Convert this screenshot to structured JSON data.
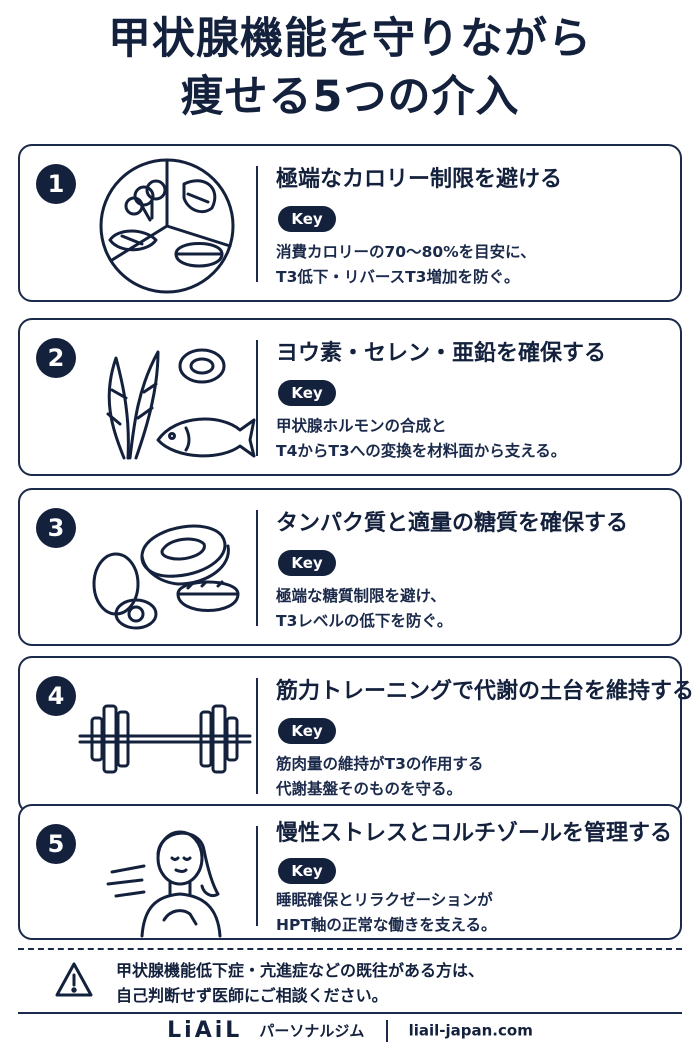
{
  "title": {
    "line1": "甲状腺機能を守りながら",
    "line2": "痩せる5つの介入"
  },
  "key_label": "Key",
  "items": [
    {
      "number": "1",
      "heading": "極端なカロリー制限を避ける",
      "desc1": "消費カロリーの70～80%を目安に、",
      "desc2": "T3低下・リバースT3増加を防ぐ。",
      "icon": "plate-meal-icon"
    },
    {
      "number": "2",
      "heading": "ヨウ素・セレン・亜鉛を確保する",
      "desc1": "甲状腺ホルモンの合成と",
      "desc2": "T4からT3への変換を材料面から支える。",
      "icon": "seaweed-oyster-fish-icon"
    },
    {
      "number": "3",
      "heading": "タンパク質と適量の糖質を確保する",
      "desc1": "極端な糖質制限を避け、",
      "desc2": "T3レベルの低下を防ぐ。",
      "icon": "steak-egg-rice-icon"
    },
    {
      "number": "4",
      "heading": "筋力トレーニングで代謝の土台を維持する",
      "desc1": "筋肉量の維持がT3の作用する",
      "desc2": "代謝基盤そのものを守る。",
      "icon": "barbell-icon"
    },
    {
      "number": "5",
      "heading": "慢性ストレスとコルチゾールを管理する",
      "desc1": "睡眠確保とリラクゼーションが",
      "desc2": "HPT軸の正常な働きを支える。",
      "icon": "breathing-woman-icon"
    }
  ],
  "warning": {
    "line1": "甲状腺機能低下症・亢進症などの既往がある方は、",
    "line2": "自己判断せず医師にご相談ください。",
    "icon": "warning-icon"
  },
  "footer": {
    "brand": "LiAiL",
    "subtitle": "パーソナルジム",
    "url": "liail-japan.com"
  }
}
